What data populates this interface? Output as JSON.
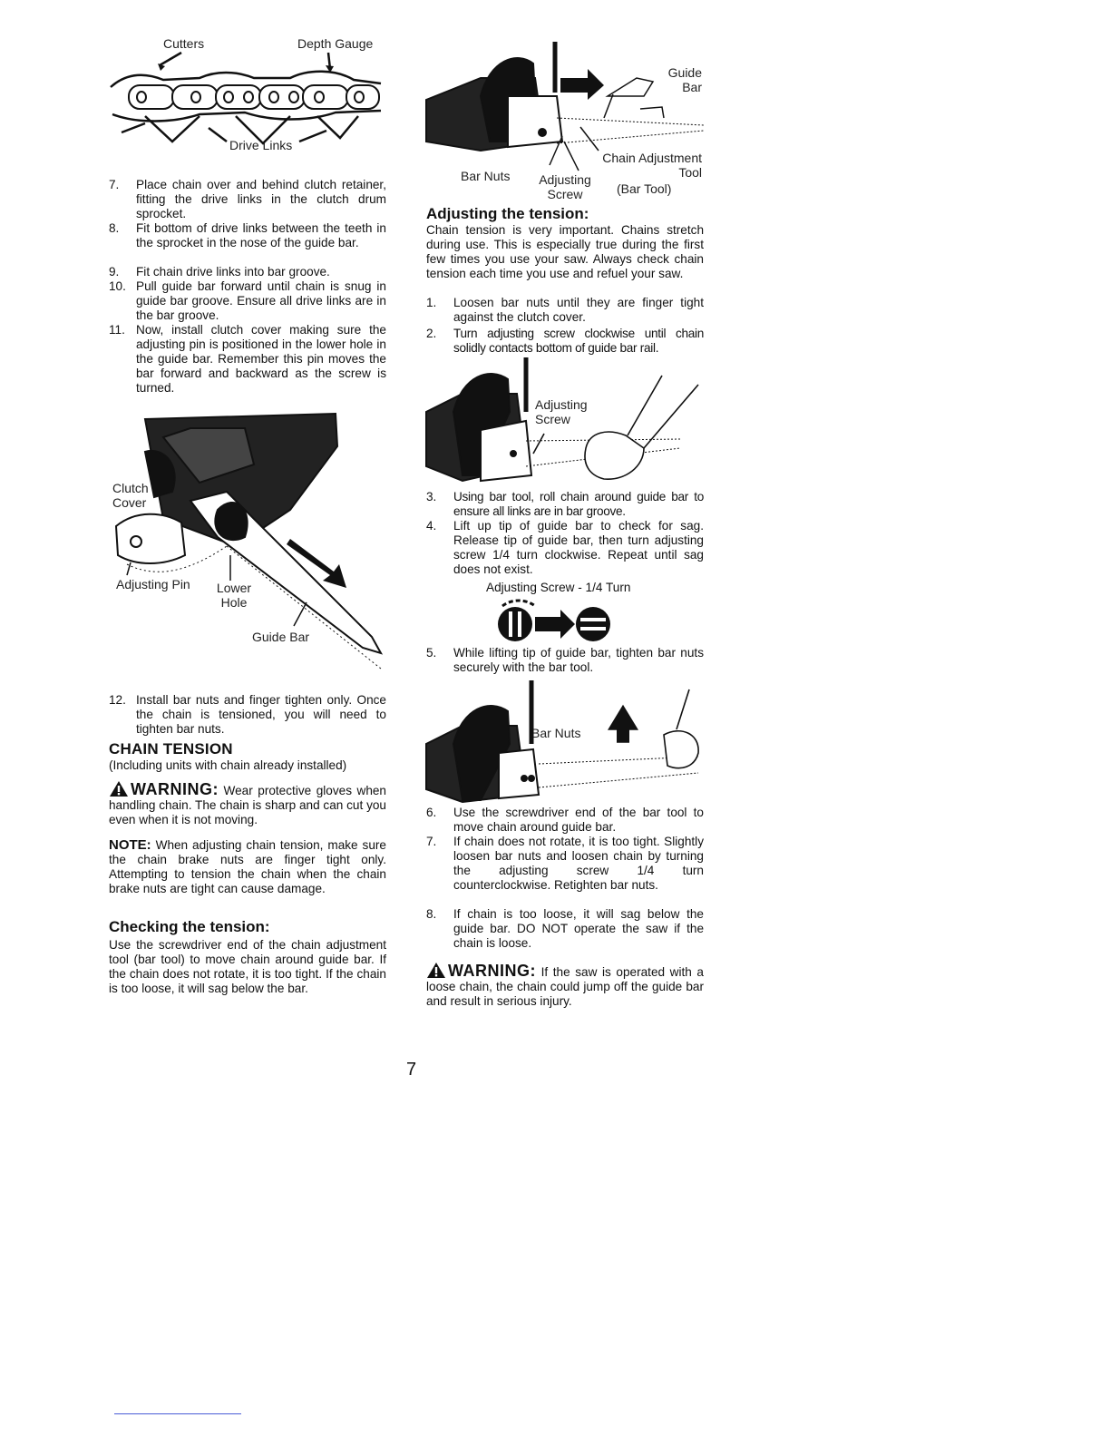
{
  "page_number": "7",
  "fig_chain": {
    "cutters": "Cutters",
    "depth_gauge": "Depth Gauge",
    "drive_links": "Drive Links"
  },
  "steps_left_a": [
    {
      "n": "7.",
      "t": "Place chain over and behind clutch retainer, fitting the drive links in the clutch drum sprocket."
    },
    {
      "n": "8.",
      "t": "Fit bottom of drive links between the teeth in the sprocket in the nose of the guide bar."
    },
    {
      "n": "9.",
      "t": "Fit chain drive links into bar groove."
    },
    {
      "n": "10.",
      "t": "Pull guide bar forward until chain is snug in guide bar groove. Ensure all drive links are in the bar groove."
    },
    {
      "n": "11.",
      "t": "Now, install clutch cover making sure the adjusting pin is positioned in the lower hole in the guide bar. Remember this pin moves the bar forward and backward as the screw is turned."
    }
  ],
  "fig_clutch": {
    "clutch_cover": "Clutch Cover",
    "adjusting_pin": "Adjusting Pin",
    "lower_hole": "Lower Hole",
    "guide_bar": "Guide Bar"
  },
  "step_12": {
    "n": "12.",
    "t": "Install bar nuts and finger tighten only. Once the chain is tensioned, you will need to tighten bar nuts."
  },
  "chain_tension": {
    "heading": "CHAIN TENSION",
    "subtitle": "(Including units with chain already installed)",
    "warning_word": "WARNING:",
    "warning_text": "Wear protective gloves when handling chain. The chain is sharp and can cut you even when it is not moving.",
    "note_word": "NOTE:",
    "note_text": "When adjusting chain tension, make sure the chain brake nuts are finger tight only. Attempting to tension the chain when the chain brake nuts are tight can cause damage."
  },
  "checking": {
    "heading": "Checking the tension:",
    "text": "Use the screwdriver end of the chain adjustment tool (bar tool) to move chain around guide bar. If the chain does not rotate, it is too tight. If the chain is too loose, it will sag below the bar."
  },
  "fig_top_right": {
    "guide_bar": "Guide Bar",
    "chain_tool": "Chain Adjustment Tool",
    "bar_tool": "(Bar Tool)",
    "bar_nuts": "Bar Nuts",
    "adjusting_screw": "Adjusting Screw"
  },
  "adjusting": {
    "heading": "Adjusting the tension:",
    "text": "Chain tension is very important. Chains stretch during use. This is especially true during the first few times you use your saw. Always check chain tension each time you use and refuel your saw.",
    "steps_a": [
      {
        "n": "1.",
        "t": "Loosen bar nuts until they are finger tight against the clutch cover."
      },
      {
        "n": "2.",
        "t": "Turn adjusting screw clockwise until chain solidly contacts bottom of guide bar rail."
      }
    ]
  },
  "fig_adj_screw": {
    "label": "Adjusting Screw"
  },
  "steps_right_b": [
    {
      "n": "3.",
      "t": "Using bar tool, roll chain around guide bar to ensure all links are in bar groove."
    },
    {
      "n": "4.",
      "t": "Lift up tip of guide bar to check for sag. Release tip of guide bar, then turn adjusting screw 1/4 turn clockwise. Repeat until sag does not exist."
    }
  ],
  "quarter_turn": {
    "prefix": "Adjusting Screw - ",
    "frac": "1/4",
    "suffix": " Turn"
  },
  "step_5": {
    "n": "5.",
    "t": "While lifting tip of guide bar, tighten bar nuts securely with the bar tool."
  },
  "fig_bar_nuts": {
    "label": "Bar Nuts"
  },
  "steps_right_c": [
    {
      "n": "6.",
      "t": "Use the screwdriver end of the bar tool to move chain around guide bar."
    },
    {
      "n": "7.",
      "t": "If chain does not rotate, it is too tight. Slightly loosen bar nuts and loosen chain by turning the adjusting screw 1/4 turn counterclockwise. Retighten bar nuts."
    },
    {
      "n": "8.",
      "t": "If chain is too loose, it will sag below the guide bar. DO NOT operate the saw if the chain is loose."
    }
  ],
  "warning2": {
    "word": "WARNING:",
    "text": "If the saw is operated with a loose chain, the chain could jump off the guide bar and result in serious injury."
  }
}
